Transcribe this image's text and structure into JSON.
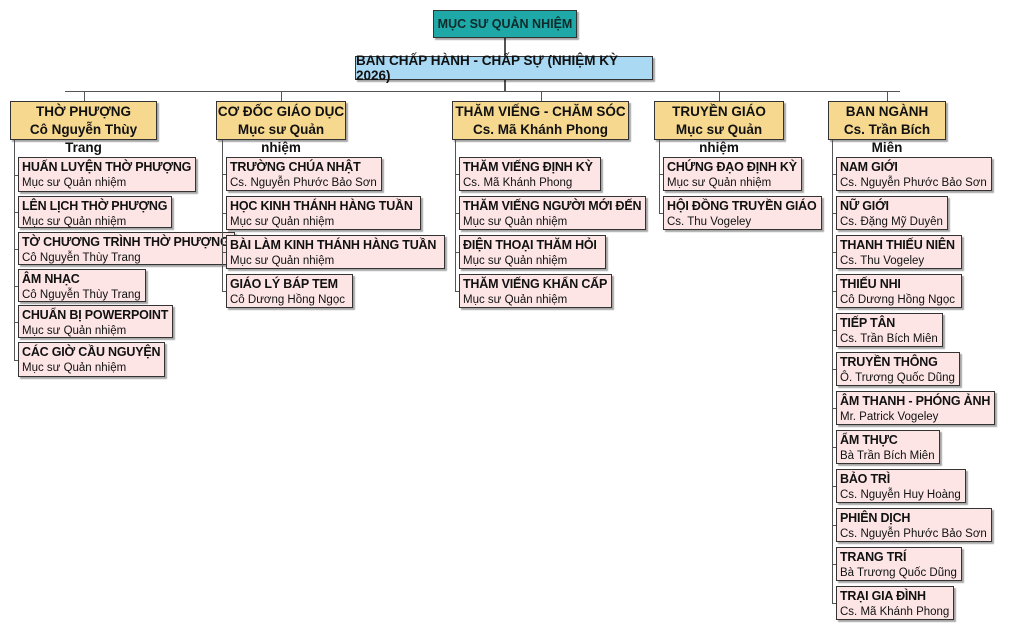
{
  "root": {
    "label": "MỤC SƯ QUẢN NHIỆM"
  },
  "board": {
    "label": "BAN CHẤP HÀNH - CHẤP SỰ (NHIỆM KỲ 2026)"
  },
  "colors": {
    "root": "#1fa8a8",
    "board": "#a9d9f3",
    "department": "#f6d98f",
    "ministry": "#fde5e6"
  },
  "departments": [
    {
      "title": "THỜ PHƯỢNG",
      "leader": "Cô Nguyễn Thùy Trang",
      "items": [
        {
          "title": "HUẤN LUYỆN THỜ PHƯỢNG",
          "person": "Mục sư Quản nhiệm"
        },
        {
          "title": "LÊN LỊCH THỜ PHƯỢNG",
          "person": "Mục sư Quản nhiệm"
        },
        {
          "title": "TỜ CHƯƠNG TRÌNH THỜ PHƯỢNG",
          "person": "Cô Nguyễn Thùy Trang"
        },
        {
          "title": "ÂM NHẠC",
          "person": "Cô Nguyễn Thùy Trang"
        },
        {
          "title": "CHUẨN BỊ POWERPOINT",
          "person": "Mục sư Quản nhiệm"
        },
        {
          "title": "CÁC GIỜ CẦU NGUYỆN",
          "person": "Mục sư Quản nhiệm"
        }
      ]
    },
    {
      "title": "CƠ ĐỐC GIÁO DỤC",
      "leader": "Mục sư Quản nhiệm",
      "items": [
        {
          "title": "TRƯỜNG CHÚA NHẬT",
          "person": "Cs. Nguyễn Phước Bảo Sơn"
        },
        {
          "title": "HỌC KINH THÁNH HÀNG TUẦN",
          "person": "Mục sư Quản nhiệm"
        },
        {
          "title": "BÀI LÀM KINH THÁNH HÀNG TUẦN",
          "person": "Mục sư Quản nhiệm"
        },
        {
          "title": "GIÁO LÝ BÁP TEM",
          "person": "Cô Dương Hồng Ngọc"
        }
      ]
    },
    {
      "title": "THĂM VIẾNG - CHĂM SÓC",
      "leader": "Cs. Mã Khánh Phong",
      "items": [
        {
          "title": "THĂM VIẾNG ĐỊNH KỲ",
          "person": "Cs. Mã Khánh Phong"
        },
        {
          "title": "THĂM VIẾNG NGƯỜI MỚI ĐẾN",
          "person": "Mục sư Quản nhiệm"
        },
        {
          "title": "ĐIỆN THOẠI THĂM HỎI",
          "person": "Mục sư Quản nhiệm"
        },
        {
          "title": "THĂM VIẾNG KHẨN CẤP",
          "person": "Mục sư Quản nhiệm"
        }
      ]
    },
    {
      "title": "TRUYỀN GIÁO",
      "leader": "Mục sư Quản nhiệm",
      "items": [
        {
          "title": "CHỨNG ĐẠO ĐỊNH KỲ",
          "person": "Mục sư Quản nhiệm"
        },
        {
          "title": "HỘI ĐỒNG TRUYỀN GIÁO",
          "person": "Cs. Thu Vogeley"
        }
      ]
    },
    {
      "title": "BAN NGÀNH",
      "leader": "Cs. Trần Bích Miên",
      "items": [
        {
          "title": "NAM GIỚI",
          "person": "Cs. Nguyễn Phước Bảo Sơn"
        },
        {
          "title": "NỮ GIỚI",
          "person": "Cs. Đặng Mỹ Duyên"
        },
        {
          "title": "THANH THIẾU NIÊN",
          "person": "Cs. Thu Vogeley"
        },
        {
          "title": "THIẾU NHI",
          "person": "Cô Dương Hồng Ngọc"
        },
        {
          "title": "TIẾP TÂN",
          "person": "Cs. Trần Bích Miên"
        },
        {
          "title": "TRUYỀN THÔNG",
          "person": "Ô. Trương Quốc Dũng"
        },
        {
          "title": "ÂM THANH - PHÓNG ẢNH",
          "person": "Mr. Patrick Vogeley"
        },
        {
          "title": "ẨM THỰC",
          "person": "Bà Trần Bích Miên"
        },
        {
          "title": "BẢO TRÌ",
          "person": "Cs. Nguyễn Huy Hoàng"
        },
        {
          "title": "PHIÊN DỊCH",
          "person": "Cs. Nguyễn Phước Bảo Sơn"
        },
        {
          "title": "TRANG TRÍ",
          "person": "Bà Trương Quốc Dũng"
        },
        {
          "title": "TRẠI GIA ĐÌNH",
          "person": "Cs. Mã Khánh Phong"
        }
      ]
    }
  ]
}
